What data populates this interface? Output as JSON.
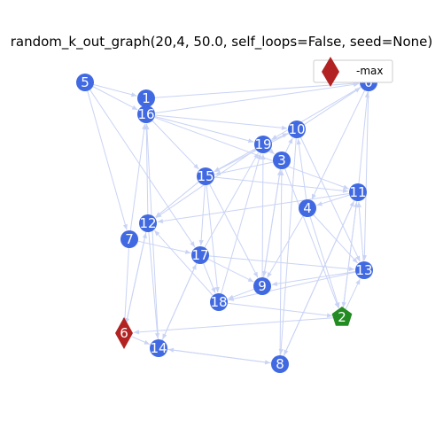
{
  "title": "random_k_out_graph(20,4, 50.0, self_loops=False, seed=None)",
  "legend": {
    "label": "-max",
    "marker": "diamond",
    "color": "#b22222"
  },
  "colors": {
    "node": "#4169e1",
    "edge": "#c9d3f5",
    "highlight_max": "#b22222",
    "highlight_special": "#228b22",
    "label": "#ffffff"
  },
  "nodes": [
    {
      "id": "0",
      "shape": "circle"
    },
    {
      "id": "1",
      "shape": "circle"
    },
    {
      "id": "2",
      "shape": "pentagon"
    },
    {
      "id": "3",
      "shape": "circle"
    },
    {
      "id": "4",
      "shape": "circle"
    },
    {
      "id": "5",
      "shape": "circle"
    },
    {
      "id": "6",
      "shape": "diamond"
    },
    {
      "id": "7",
      "shape": "circle"
    },
    {
      "id": "8",
      "shape": "circle"
    },
    {
      "id": "9",
      "shape": "circle"
    },
    {
      "id": "10",
      "shape": "circle"
    },
    {
      "id": "11",
      "shape": "circle"
    },
    {
      "id": "12",
      "shape": "circle"
    },
    {
      "id": "13",
      "shape": "circle"
    },
    {
      "id": "14",
      "shape": "circle"
    },
    {
      "id": "15",
      "shape": "circle"
    },
    {
      "id": "16",
      "shape": "circle"
    },
    {
      "id": "17",
      "shape": "circle"
    },
    {
      "id": "18",
      "shape": "circle"
    },
    {
      "id": "19",
      "shape": "circle"
    }
  ],
  "edges": [
    [
      "5",
      "1"
    ],
    [
      "5",
      "16"
    ],
    [
      "5",
      "7"
    ],
    [
      "5",
      "17"
    ],
    [
      "1",
      "0"
    ],
    [
      "16",
      "1"
    ],
    [
      "16",
      "0"
    ],
    [
      "16",
      "10"
    ],
    [
      "16",
      "19"
    ],
    [
      "16",
      "15"
    ],
    [
      "16",
      "11"
    ],
    [
      "19",
      "10"
    ],
    [
      "19",
      "15"
    ],
    [
      "19",
      "3"
    ],
    [
      "19",
      "12"
    ],
    [
      "10",
      "15"
    ],
    [
      "10",
      "0"
    ],
    [
      "10",
      "13"
    ],
    [
      "10",
      "8"
    ],
    [
      "3",
      "10"
    ],
    [
      "3",
      "15"
    ],
    [
      "3",
      "9"
    ],
    [
      "3",
      "2"
    ],
    [
      "15",
      "11"
    ],
    [
      "15",
      "17"
    ],
    [
      "15",
      "18"
    ],
    [
      "15",
      "9"
    ],
    [
      "15",
      "12"
    ],
    [
      "11",
      "0"
    ],
    [
      "11",
      "4"
    ],
    [
      "11",
      "12"
    ],
    [
      "11",
      "2"
    ],
    [
      "11",
      "8"
    ],
    [
      "4",
      "10"
    ],
    [
      "4",
      "9"
    ],
    [
      "4",
      "13"
    ],
    [
      "4",
      "2"
    ],
    [
      "12",
      "16"
    ],
    [
      "12",
      "6"
    ],
    [
      "12",
      "14"
    ],
    [
      "7",
      "16"
    ],
    [
      "7",
      "6"
    ],
    [
      "7",
      "17"
    ],
    [
      "17",
      "19"
    ],
    [
      "17",
      "14"
    ],
    [
      "17",
      "13"
    ],
    [
      "17",
      "18"
    ],
    [
      "17",
      "9"
    ],
    [
      "13",
      "11"
    ],
    [
      "13",
      "9"
    ],
    [
      "13",
      "18"
    ],
    [
      "9",
      "3"
    ],
    [
      "9",
      "18"
    ],
    [
      "9",
      "19"
    ],
    [
      "18",
      "19"
    ],
    [
      "18",
      "2"
    ],
    [
      "18",
      "12"
    ],
    [
      "2",
      "6"
    ],
    [
      "2",
      "13"
    ],
    [
      "2",
      "11"
    ],
    [
      "6",
      "14"
    ],
    [
      "6",
      "12"
    ],
    [
      "14",
      "8"
    ],
    [
      "14",
      "16"
    ],
    [
      "14",
      "17"
    ],
    [
      "8",
      "14"
    ],
    [
      "8",
      "11"
    ],
    [
      "8",
      "3"
    ],
    [
      "0",
      "19"
    ],
    [
      "0",
      "4"
    ],
    [
      "0",
      "13"
    ]
  ]
}
